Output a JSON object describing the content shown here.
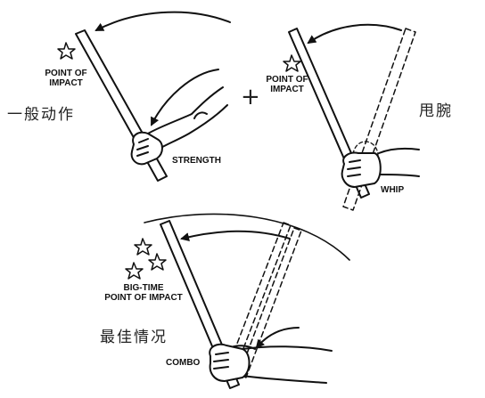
{
  "panels": {
    "strength": {
      "impact_label_line1": "POINT OF",
      "impact_label_line2": "IMPACT",
      "caption": "STRENGTH",
      "chinese_label": "一般动作"
    },
    "whip": {
      "impact_label_line1": "POINT OF",
      "impact_label_line2": "IMPACT",
      "caption": "WHIP",
      "chinese_label": "甩腕"
    },
    "combo": {
      "impact_label_line1": "BIG-TIME",
      "impact_label_line2": "POINT OF IMPACT",
      "caption": "COMBO",
      "chinese_label": "最佳情况"
    }
  },
  "operator_symbol": "+",
  "icons": [
    "star-icon",
    "arrow-icon",
    "stick-icon",
    "hand-icon",
    "arm-icon"
  ],
  "colors": {
    "ink": "#111111",
    "background": "#ffffff"
  }
}
